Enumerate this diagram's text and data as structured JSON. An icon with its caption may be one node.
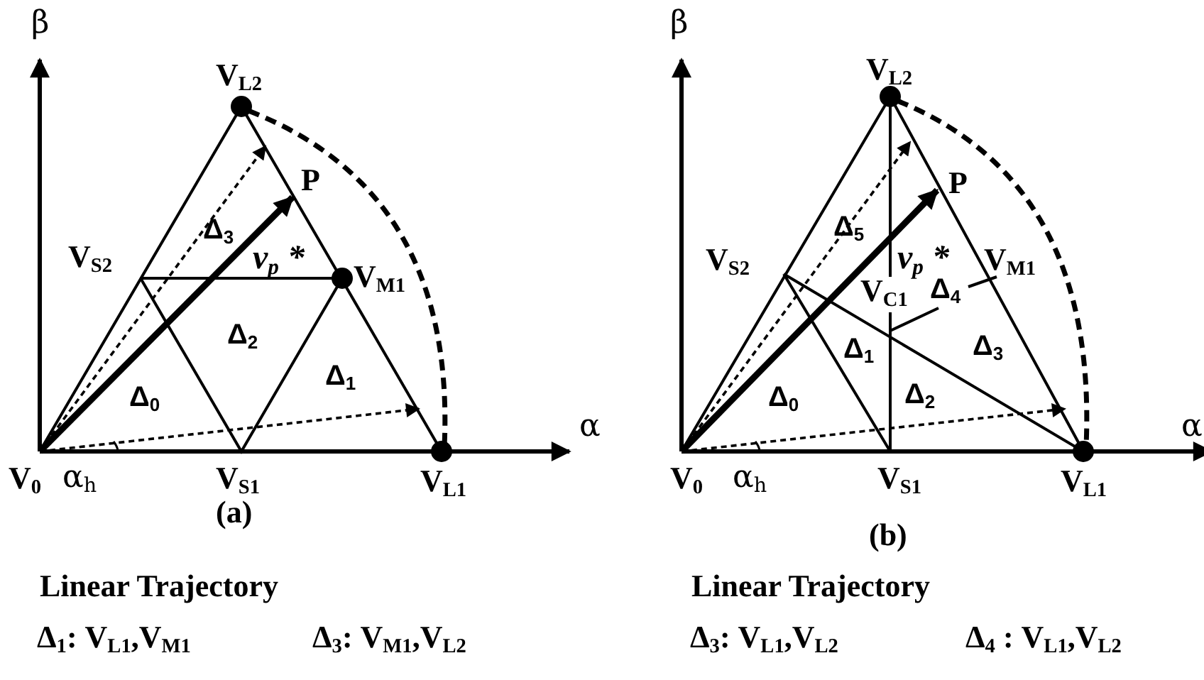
{
  "diagram": {
    "labels": [
      "β",
      "V$_{L2}$",
      "P",
      "Δ$_{3}$",
      "V$_{S2}$",
      "v$_{p}$ *",
      "V$_{M1}$",
      "Δ$_{2}$",
      "Δ$_{0}$",
      "Δ$_{1}$",
      "α",
      "V$_{0}$",
      "α$_{h}$",
      "V$_{S1}$",
      "V$_{L1}$",
      "(a)",
      "β",
      "V$_{L2}$",
      "P",
      "Δ$_{5}$",
      "V$_{S2}$",
      "v$_{p}$ *",
      "V$_{M1}$",
      "V$_{C1}$",
      "Δ$_{4}$",
      "Δ$_{1}$",
      "Δ$_{3}$",
      "Δ$_{0}$",
      "Δ$_{2}$",
      "α",
      "V$_{0}$",
      "α$_{h}$",
      "V$_{S1}$",
      "V$_{L1}$",
      "(b)",
      "Linear Trajectory",
      "Δ$_{1}$: V$_{L1}$,V$_{M1}$",
      "Δ$_{3}$: V$_{M1}$,V$_{L2}$",
      "Linear Trajectory",
      "Δ$_{3}$: V$_{L1}$,V$_{L2}$",
      "Δ$_{4}$ : V$_{L1}$,V$_{L2}$"
    ]
  }
}
